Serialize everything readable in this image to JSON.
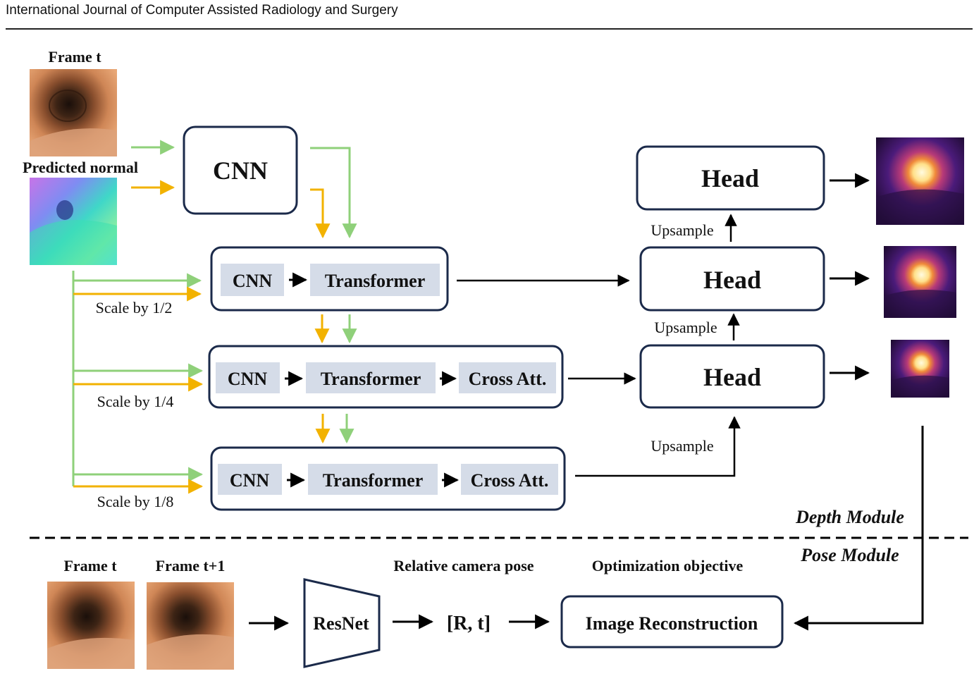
{
  "header": {
    "journal": "International Journal of Computer Assisted Radiology and Surgery"
  },
  "colors": {
    "green": "#8fd07a",
    "orange": "#f2b200",
    "box_border": "#1b2a4a",
    "inner_fill": "#d5dce8",
    "line": "#000000"
  },
  "inputs": {
    "frame_t": "Frame t",
    "predicted_normal": "Predicted normal"
  },
  "depth": {
    "top_cnn": "CNN",
    "row1": [
      "CNN",
      "Transformer"
    ],
    "row2": [
      "CNN",
      "Transformer",
      "Cross Att."
    ],
    "row3": [
      "CNN",
      "Transformer",
      "Cross Att."
    ],
    "scales": [
      "Scale by 1/2",
      "Scale by 1/4",
      "Scale by 1/8"
    ],
    "heads": [
      "Head",
      "Head",
      "Head"
    ],
    "upsample": [
      "Upsample",
      "Upsample",
      "Upsample"
    ],
    "module_label": "Depth Module"
  },
  "pose": {
    "module_label": "Pose Module",
    "frame_t": "Frame t",
    "frame_t1": "Frame t+1",
    "resnet": "ResNet",
    "pose_title": "Relative camera pose",
    "pose_value": "[R, t]",
    "objective_title": "Optimization objective",
    "objective": "Image Reconstruction"
  }
}
